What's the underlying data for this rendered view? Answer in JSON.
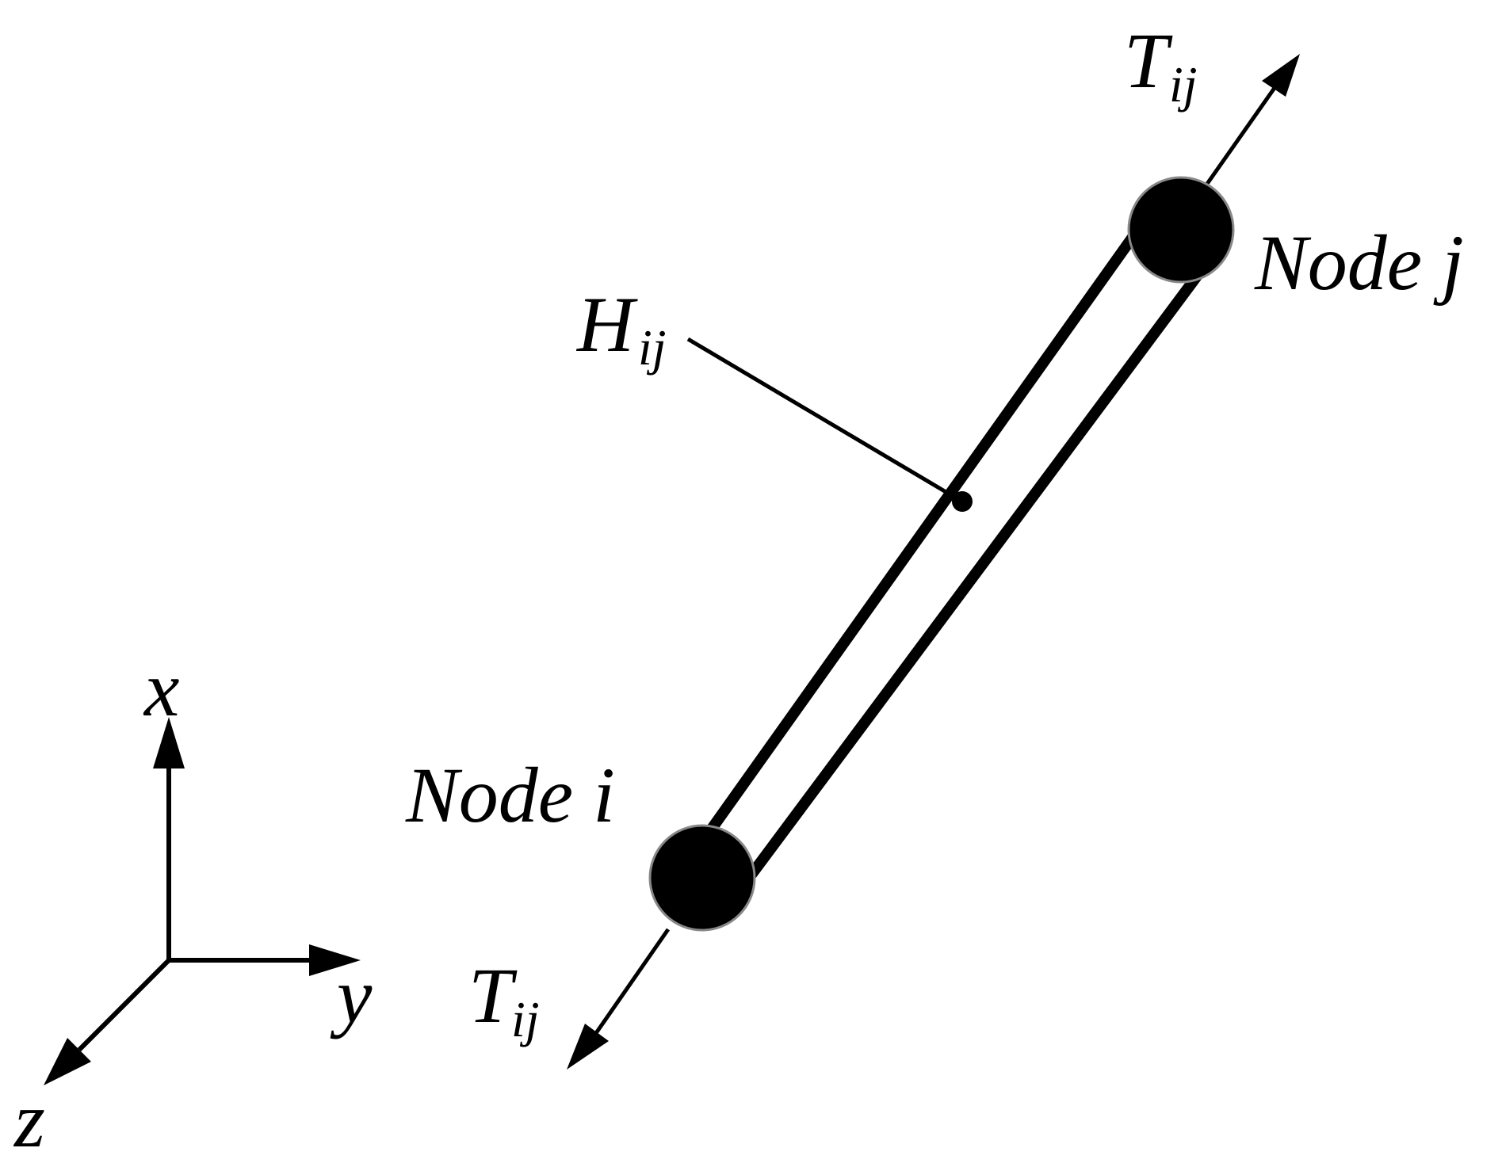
{
  "axes": {
    "x_label": "x",
    "y_label": "y",
    "z_label": "z"
  },
  "labels": {
    "node_i": "Node i",
    "node_j": "Node j",
    "h_main": "H",
    "h_sub": "ij",
    "t_main": "T",
    "t_sub": "ij"
  }
}
